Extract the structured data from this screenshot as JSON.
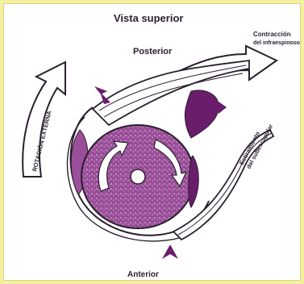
{
  "labels": {
    "top_view": "Vista superior",
    "posterior": "Posterior",
    "anterior": "Anterior",
    "infraspinatus_contraction_line1": "Contracción",
    "infraspinatus_contraction_line2": "del infraespinoso",
    "subscapularis_stretch_line1": "Estiramiento",
    "subscapularis_stretch_line2": "del subescapular",
    "external_rotation": "ROTACIÓN EXTERNA"
  },
  "colors": {
    "bone_fill": "#9b4f9a",
    "dark_purple": "#6a1d6a",
    "outline": "#2a1f2e",
    "frame_bg": "#f4f0a0"
  }
}
